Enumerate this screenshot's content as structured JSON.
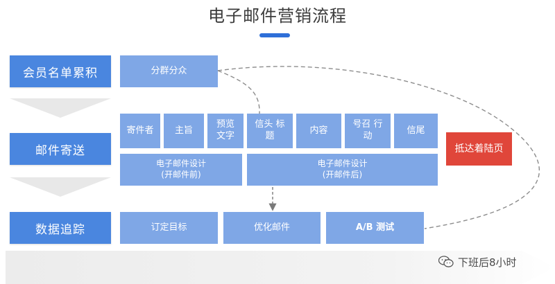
{
  "title": "电子邮件营销流程",
  "stages": {
    "members": "会员名单累积",
    "sending": "邮件寄送",
    "tracking": "数据追踪"
  },
  "steps": {
    "segment": "分群分众",
    "sender": "寄件者",
    "subject": "主旨",
    "preview": "预览\n文字",
    "header": "信头 标\n题",
    "content": "内容",
    "cta": "号召 行\n动",
    "footer": "信尾",
    "landing": "抵达着陆页",
    "design_before": "电子邮件设计\n(开邮件前)",
    "design_after": "电子邮件设计\n(开邮件后)",
    "set_goal": "订定目标",
    "optimize": "优化邮件",
    "ab_test": "A/B 测试"
  },
  "watermark": {
    "text": "下班后8小时",
    "icon": "wechat-icon"
  },
  "colors": {
    "stage_blue": "#4a86df",
    "step_blue": "#7fa7e6",
    "landing_red": "#e0463a",
    "title_accent": "#2e6fd8"
  }
}
